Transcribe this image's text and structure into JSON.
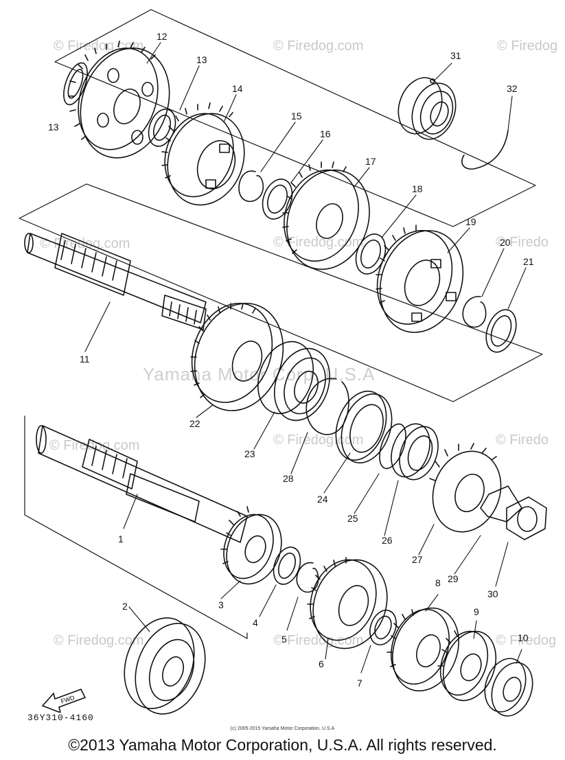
{
  "watermark": {
    "firedog": "© Firedog.com",
    "firedog_center": "© Firedog.com",
    "firedog_cut": "© Firedo",
    "firedog_cut2": "© Firedog",
    "firedog_cut3": "© Firedo",
    "firedog_cut4": "© Firedog",
    "yamaha": "Yamaha Motor Corp. U.S.A"
  },
  "part_numbers": [
    "1",
    "2",
    "3",
    "4",
    "5",
    "6",
    "7",
    "8",
    "9",
    "10",
    "11",
    "12",
    "13",
    "13",
    "14",
    "15",
    "16",
    "17",
    "18",
    "19",
    "20",
    "21",
    "22",
    "23",
    "24",
    "25",
    "26",
    "27",
    "28",
    "29",
    "30",
    "31",
    "32"
  ],
  "drawing_code": "36Y310-4160",
  "fwd_label": "FWD",
  "small_copyright": "(c) 2005-2015 Yamaha Motor Corporation, U.S.A",
  "footer": "©2013 Yamaha Motor Corporation, U.S.A. All rights reserved."
}
